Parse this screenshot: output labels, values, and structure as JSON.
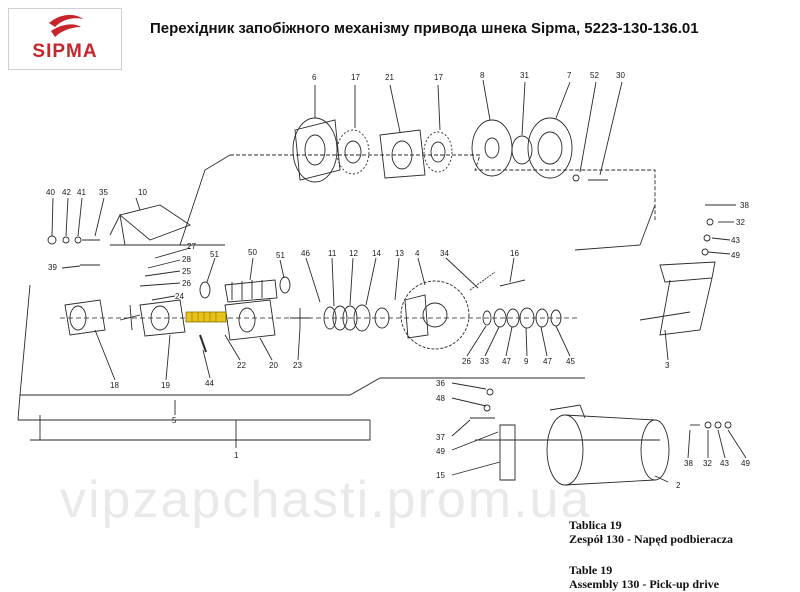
{
  "header": {
    "logo_text": "SIPMA",
    "title": "Перехідник запобіжного механізму привода шнека Sipma, 5223-130-136.01"
  },
  "watermark": "vipzapchasti.prom.ua",
  "captions": {
    "pl_table": "Tablica 19",
    "pl_assembly": "Zespół 130 - Napęd podbieracza",
    "en_table": "Table 19",
    "en_assembly": "Assembly 130 - Pick-up drive"
  },
  "part_numbers": {
    "p6": "6",
    "p17a": "17",
    "p21": "21",
    "p17b": "17",
    "p8": "8",
    "p31": "31",
    "p7": "7",
    "p52": "52",
    "p30": "30",
    "p40": "40",
    "p42": "42",
    "p41": "41",
    "p35": "35",
    "p10": "10",
    "p27": "27",
    "p28": "28",
    "p25": "25",
    "p26a": "26",
    "p24": "24",
    "p39": "39",
    "p51a": "51",
    "p50": "50",
    "p51b": "51",
    "p46": "46",
    "p11": "11",
    "p12": "12",
    "p14": "14",
    "p13": "13",
    "p4": "4",
    "p34": "34",
    "p16": "16",
    "p38a": "38",
    "p32a": "32",
    "p43a": "43",
    "p49a": "49",
    "p18": "18",
    "p19": "19",
    "p44": "44",
    "p22": "22",
    "p20": "20",
    "p23": "23",
    "p26b": "26",
    "p33": "33",
    "p47a": "47",
    "p9": "9",
    "p47b": "47",
    "p45": "45",
    "p3": "3",
    "p5": "5",
    "p1": "1",
    "p36": "36",
    "p48": "48",
    "p37": "37",
    "p49b": "49",
    "p15": "15",
    "p2": "2",
    "p38b": "38",
    "p32b": "32",
    "p43b": "43",
    "p49c": "49"
  },
  "colors": {
    "brand": "#c8242b",
    "highlight": "#e8c21a"
  }
}
